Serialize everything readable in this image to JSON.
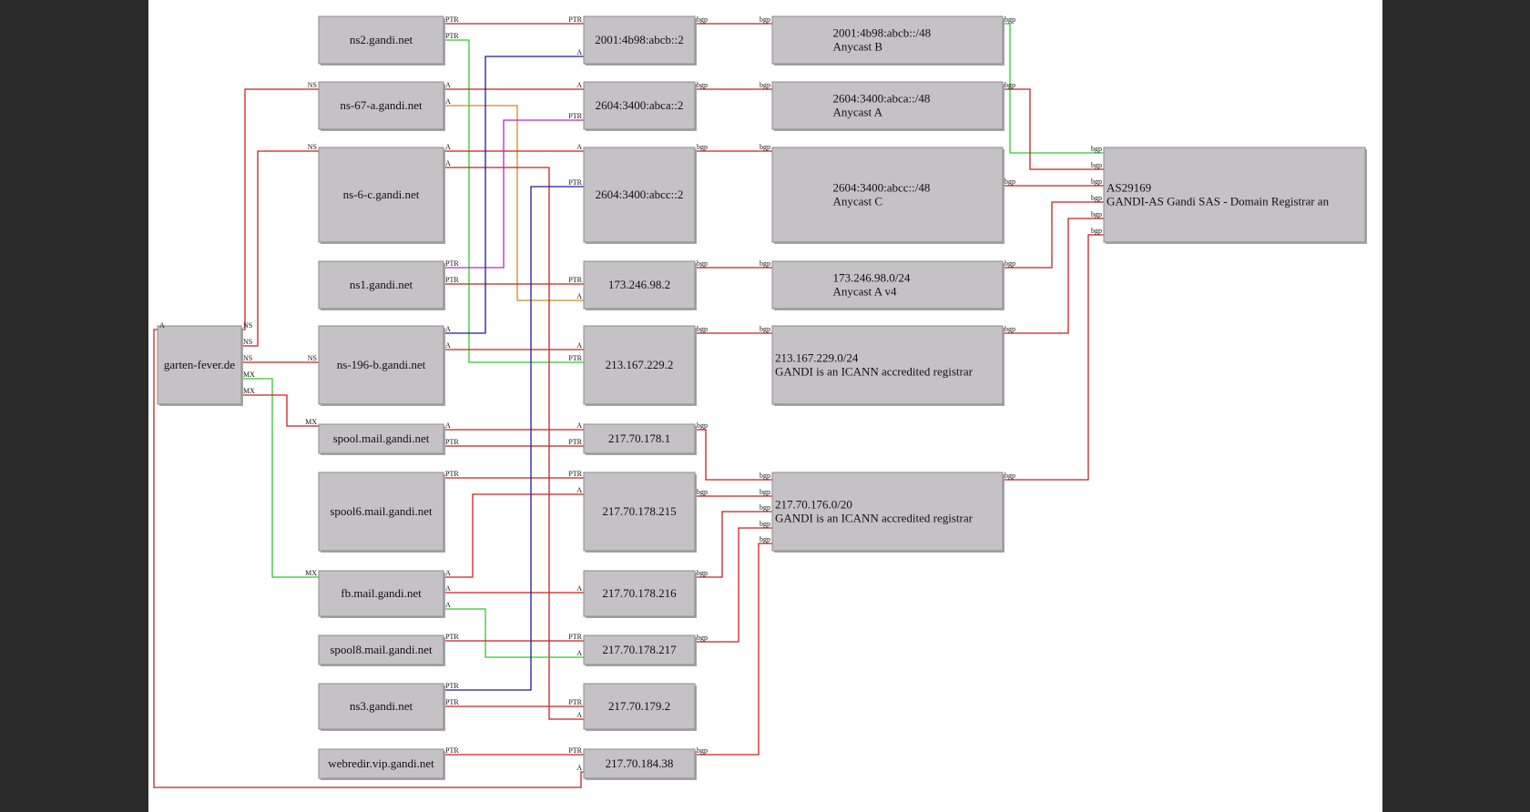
{
  "colors": {
    "red": "#cc1f1f",
    "green": "#2ecb2e",
    "blue": "#1a1aa8",
    "orange": "#d48a1e",
    "magenta": "#c424c4"
  },
  "nodes": {
    "garten": "garten-fever.de",
    "ns2": "ns2.gandi.net",
    "ns67a": "ns-67-a.gandi.net",
    "ns6c": "ns-6-c.gandi.net",
    "ns1": "ns1.gandi.net",
    "ns196b": "ns-196-b.gandi.net",
    "spool": "spool.mail.gandi.net",
    "spool6": "spool6.mail.gandi.net",
    "fb": "fb.mail.gandi.net",
    "spool8": "spool8.mail.gandi.net",
    "ns3": "ns3.gandi.net",
    "webredir": "webredir.vip.gandi.net",
    "ip6_b": "2001:4b98:abcb::2",
    "ip6_a": "2604:3400:abca::2",
    "ip6_c": "2604:3400:abcc::2",
    "ip_173": "173.246.98.2",
    "ip_213": "213.167.229.2",
    "ip_1781": "217.70.178.1",
    "ip_178215": "217.70.178.215",
    "ip_178216": "217.70.178.216",
    "ip_178217": "217.70.178.217",
    "ip_1792": "217.70.179.2",
    "ip_18438": "217.70.184.38",
    "pfx_b": [
      "2001:4b98:abcb::/48",
      "Anycast B"
    ],
    "pfx_a": [
      "2604:3400:abca::/48",
      "Anycast A"
    ],
    "pfx_c": [
      "2604:3400:abcc::/48",
      "Anycast C"
    ],
    "pfx_173": [
      "173.246.98.0/24",
      "Anycast A v4"
    ],
    "pfx_213": [
      "213.167.229.0/24",
      "GANDI is an ICANN accredited registrar"
    ],
    "pfx_217": [
      "217.70.176.0/20",
      "GANDI is an ICANN accredited registrar"
    ],
    "as": [
      "AS29169",
      "GANDI-AS Gandi SAS - Domain Registrar an"
    ]
  },
  "port_labels": {
    "ns": "NS",
    "mx": "MX",
    "a": "A",
    "ptr": "PTR",
    "bgp": "bgp"
  }
}
